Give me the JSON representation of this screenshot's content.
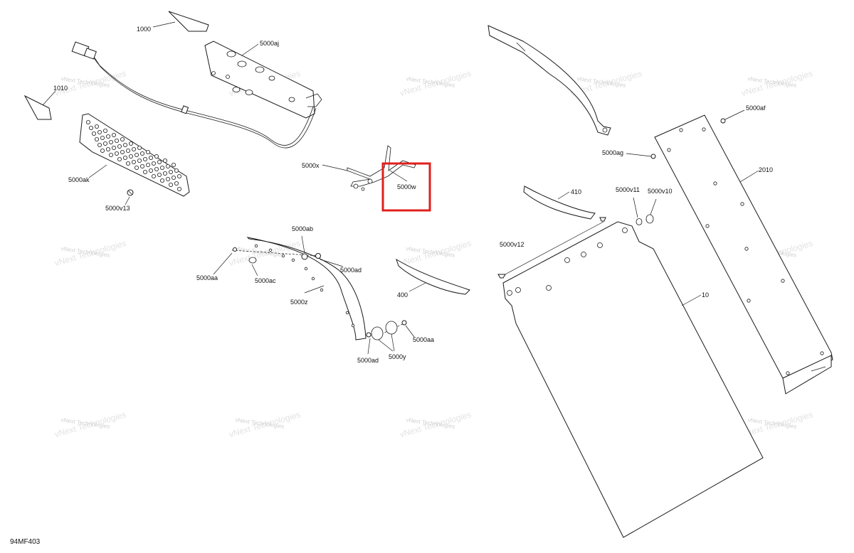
{
  "diagram_id": "94MF403",
  "watermark": "vNext Technologies",
  "highlight_color": "#e0201b",
  "callouts": {
    "p1000": "1000",
    "p1010": "1010",
    "p5000aj": "5000aj",
    "p5000ak": "5000ak",
    "p5000v13": "5000v13",
    "p5000x": "5000x",
    "p5000w": "5000w",
    "p5000ab": "5000ab",
    "p5000aa_left": "5000aa",
    "p5000ac": "5000ac",
    "p5000ad_right": "5000ad",
    "p5000z": "5000z",
    "p5000ad_bottom": "5000ad",
    "p5000y": "5000y",
    "p5000aa_right": "5000aa",
    "p400": "400",
    "p410": "410",
    "p5000v12": "5000v12",
    "p5000v11": "5000v11",
    "p5000v10": "5000v10",
    "p5000ag": "5000ag",
    "p5000af": "5000af",
    "p2010": "2010",
    "p10": "10"
  }
}
